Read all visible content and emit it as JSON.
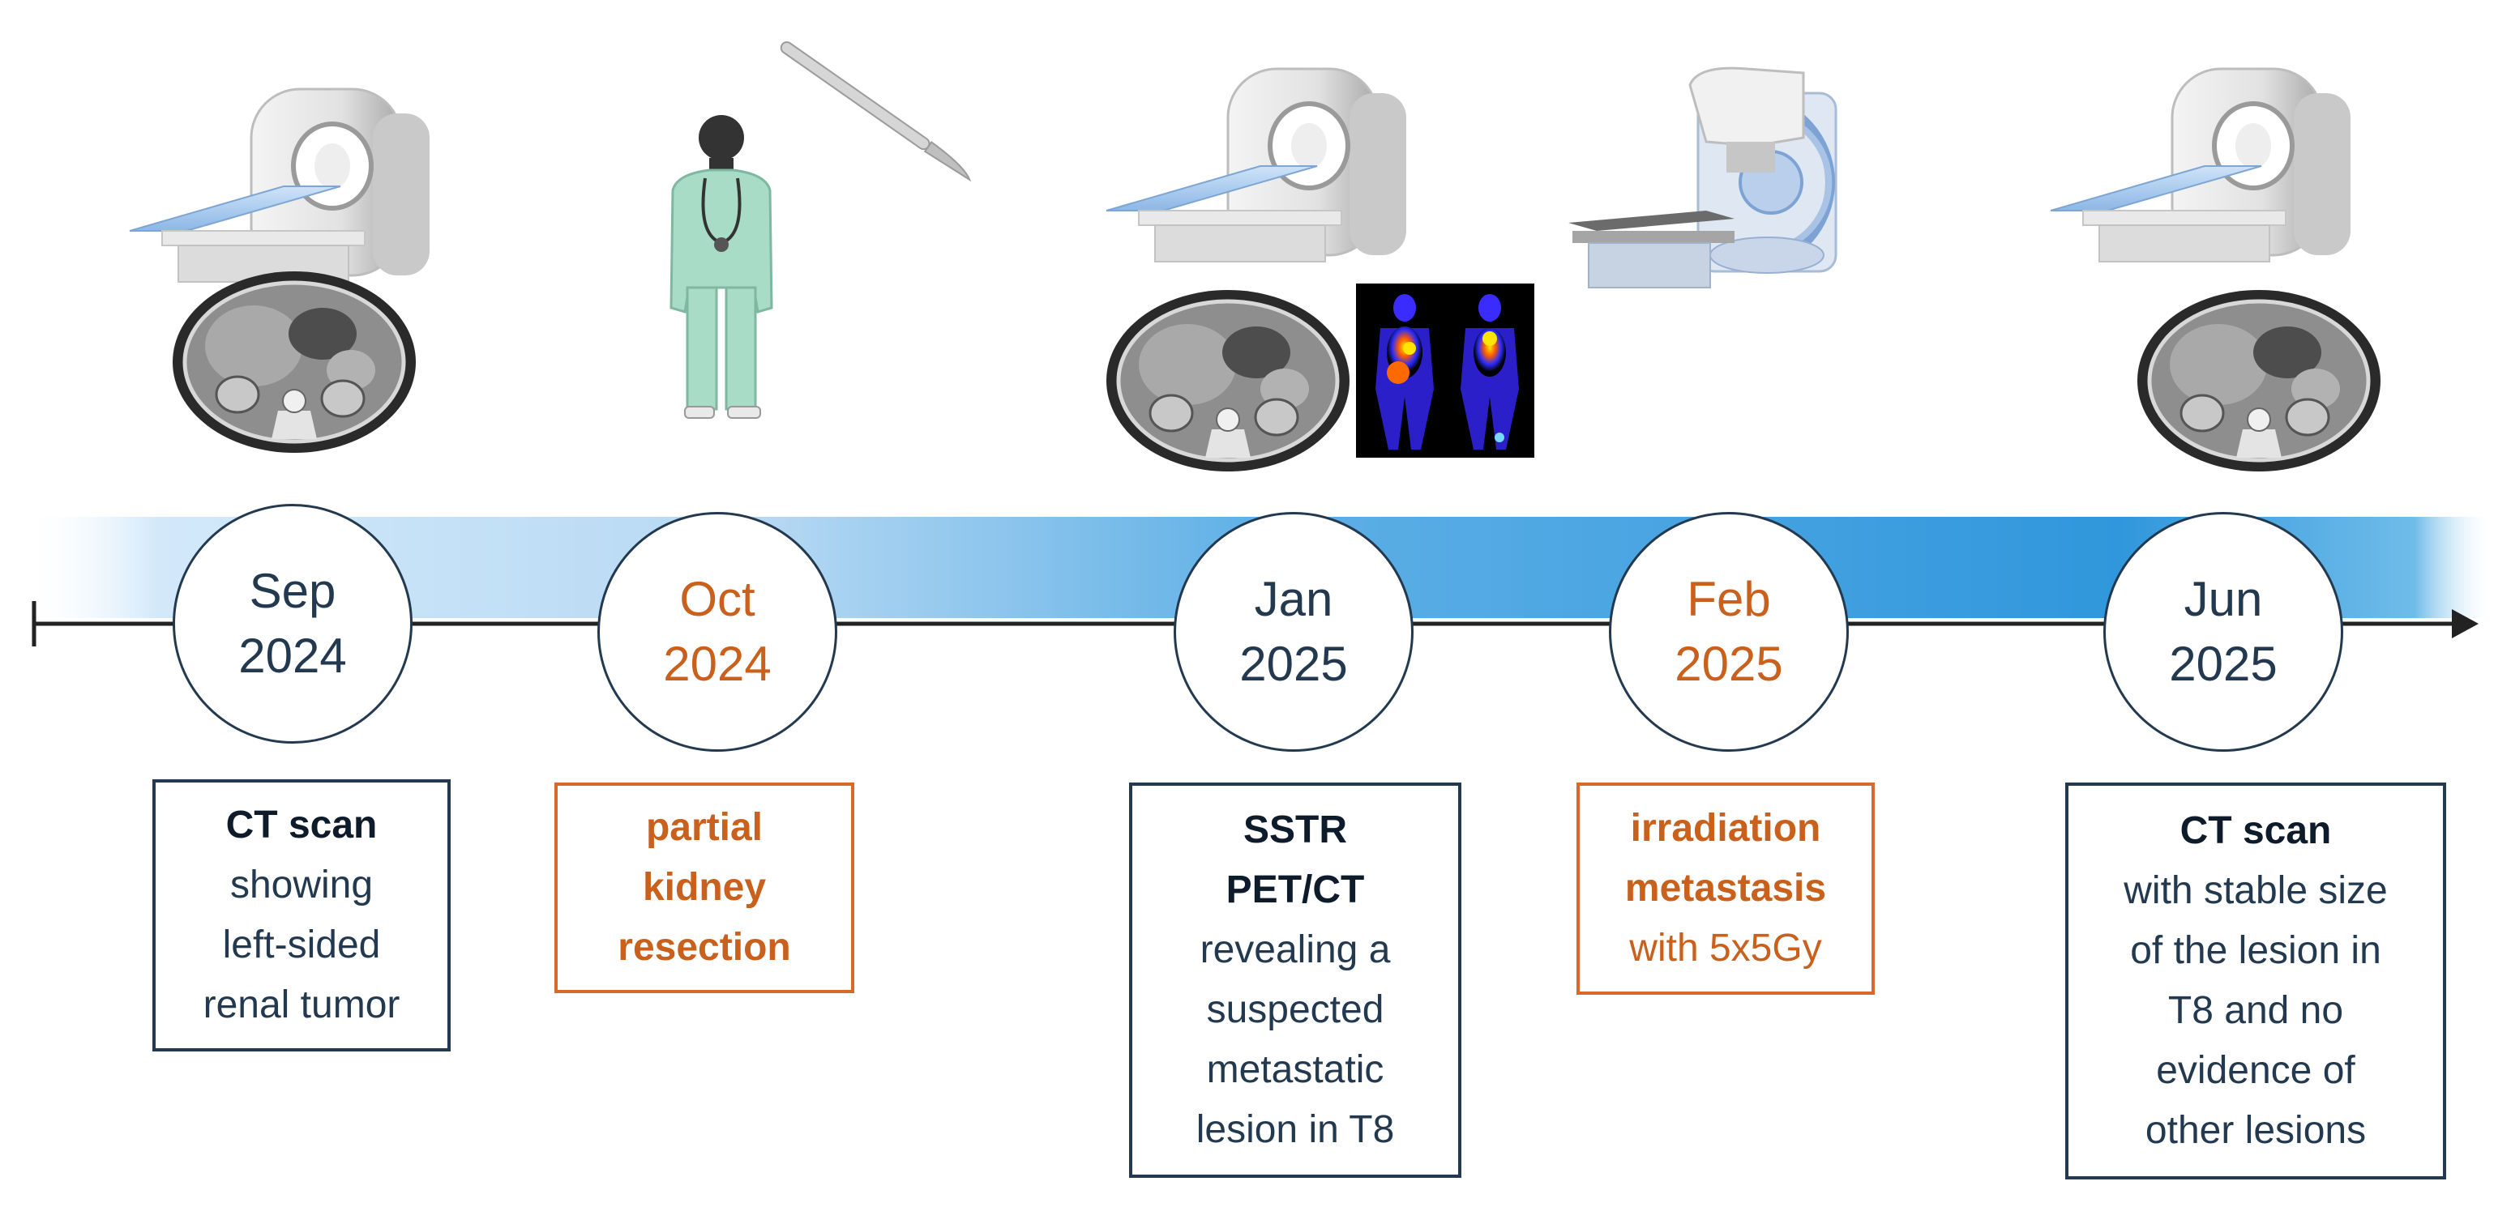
{
  "timeline": {
    "colors": {
      "navy": "#23394f",
      "orange": "#c9601c",
      "band_light": "#cfe6f9",
      "band_dark": "#2e93d6",
      "axis": "#222222"
    },
    "events": [
      {
        "id": "sep-2024",
        "month": "Sep",
        "year": "2024",
        "tone": "navy",
        "icon": "ct-scanner-with-axial-ct-slice-icon",
        "box_title": "CT scan",
        "box_text_lines": [
          "showing",
          "left-sided",
          "renal tumor"
        ]
      },
      {
        "id": "oct-2024",
        "month": "Oct",
        "year": "2024",
        "tone": "orange",
        "icon": "surgeon-with-scalpel-icon",
        "box_title_lines": [
          "partial",
          "kidney",
          "resection"
        ]
      },
      {
        "id": "jan-2025",
        "month": "Jan",
        "year": "2025",
        "tone": "navy",
        "icon": "ct-scanner-with-pet-scan-images-icon",
        "box_title_lines": [
          "SSTR",
          "PET/CT"
        ],
        "box_text_lines": [
          "revealing a",
          "suspected",
          "metastatic",
          "lesion in T8"
        ]
      },
      {
        "id": "feb-2025",
        "month": "Feb",
        "year": "2025",
        "tone": "orange",
        "icon": "radiotherapy-linac-icon",
        "box_title_lines": [
          "irradiation",
          "metastasis"
        ],
        "box_text_lines": [
          "with 5x5Gy"
        ]
      },
      {
        "id": "jun-2025",
        "month": "Jun",
        "year": "2025",
        "tone": "navy",
        "icon": "ct-scanner-with-axial-ct-slice-icon",
        "box_title": "CT scan",
        "box_text_lines": [
          "with stable size",
          "of the lesion in",
          "T8 and no",
          "evidence of",
          "other lesions"
        ]
      }
    ]
  }
}
